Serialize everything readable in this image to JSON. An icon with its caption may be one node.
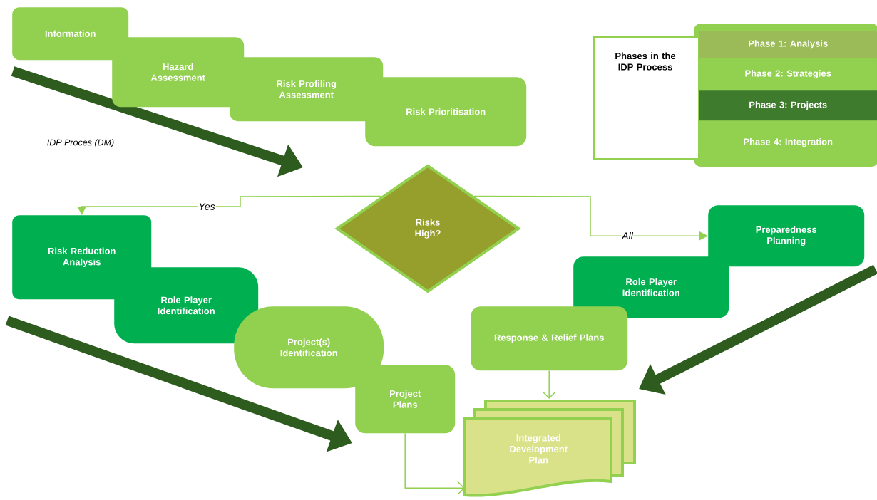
{
  "diagram": {
    "nodes": [
      {
        "text": [
          "Information"
        ]
      },
      {
        "text": [
          "Hazard Assessment"
        ]
      },
      {
        "text": [
          "Risk Profiling Assessment"
        ]
      },
      {
        "text": [
          "Risk Prioritisation"
        ]
      },
      {
        "text": [
          "Phases in the IDP Process"
        ]
      },
      {
        "text": [
          "Phase 1: Analysis"
        ]
      },
      {
        "text": [
          "Phase 2: Strategies"
        ]
      },
      {
        "text": [
          "Phase 3: Projects"
        ]
      },
      {
        "text": [
          "Phase 4: Integration"
        ]
      },
      {
        "text": [
          "Risks High?"
        ]
      },
      {
        "text": [
          "Risk Reduction Analysis"
        ]
      },
      {
        "text": [
          "Role Player Identification"
        ]
      },
      {
        "text": [
          "Project(s) Identification"
        ]
      },
      {
        "text": [
          "Project Plans"
        ]
      },
      {
        "text": [
          "Preparedness Planning"
        ]
      },
      {
        "text": [
          "Role Player Identification"
        ]
      },
      {
        "text": [
          "Response & Relief Plans"
        ]
      },
      {
        "text": [
          "Integrated Development Plan"
        ]
      }
    ],
    "edges": [
      {
        "from": 9,
        "to": 10,
        "arrow": "to",
        "label": "Yes"
      },
      {
        "from": 9,
        "to": 14,
        "arrow": "to",
        "label": "All"
      },
      {
        "from": 16,
        "to": 17,
        "arrow": "to"
      },
      {
        "from": 13,
        "to": 17,
        "arrow": "to"
      }
    ],
    "labels": [
      "IDP Proces (DM)"
    ]
  }
}
